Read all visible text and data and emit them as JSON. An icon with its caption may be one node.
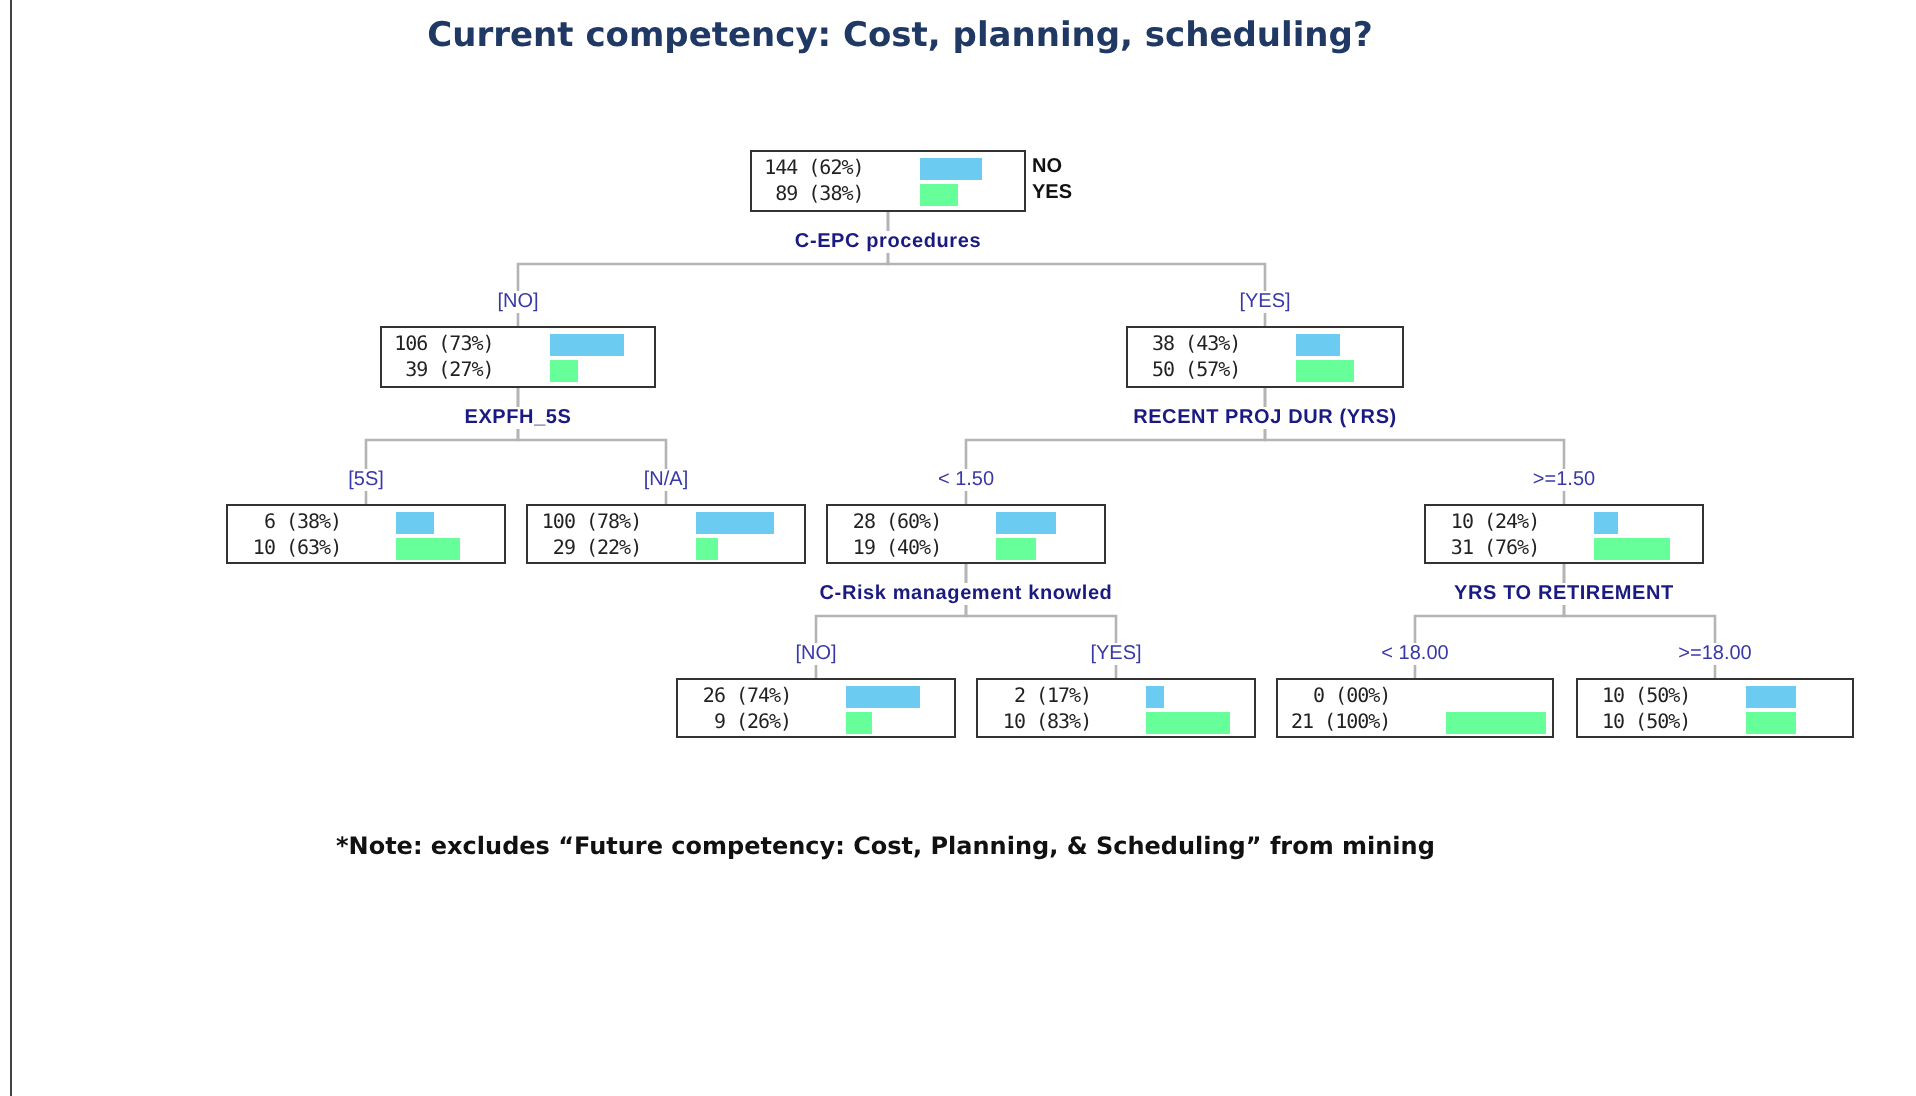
{
  "diagram": {
    "title": "Current competency: Cost, planning, scheduling?",
    "nodes": [
      {
        "text": [
          "144 (62%)",
          "89 (38%)"
        ],
        "beside": [
          "C-EPC procedures"
        ]
      },
      {
        "text": [
          "106 (73%)",
          "39 (27%)"
        ],
        "beside": [
          "EXPFH_5S"
        ]
      },
      {
        "text": [
          "38 (43%)",
          "50 (57%)"
        ],
        "beside": [
          "RECENT PROJ DUR (YRS)"
        ]
      },
      {
        "text": [
          "6 (38%)",
          "10 (63%)"
        ]
      },
      {
        "text": [
          "100 (78%)",
          "29 (22%)"
        ]
      },
      {
        "text": [
          "28 (60%)",
          "19 (40%)"
        ],
        "beside": [
          "C-Risk management knowled"
        ]
      },
      {
        "text": [
          "10 (24%)",
          "31 (76%)"
        ],
        "beside": [
          "YRS TO RETIREMENT"
        ]
      },
      {
        "text": [
          "26 (74%)",
          "9 (26%)"
        ]
      },
      {
        "text": [
          "2 (17%)",
          "10 (83%)"
        ]
      },
      {
        "text": [
          "0 (00%)",
          "21 (100%)"
        ]
      },
      {
        "text": [
          "10 (50%)",
          "10 (50%)"
        ]
      }
    ],
    "edges": [
      {
        "from": 0,
        "to": 1,
        "arrow": "none",
        "label": "[NO]"
      },
      {
        "from": 0,
        "to": 2,
        "arrow": "none",
        "label": "[YES]"
      },
      {
        "from": 1,
        "to": 3,
        "arrow": "none",
        "label": "[5S]"
      },
      {
        "from": 1,
        "to": 4,
        "arrow": "none",
        "label": "[N/A]"
      },
      {
        "from": 2,
        "to": 5,
        "arrow": "none",
        "label": "< 1.50"
      },
      {
        "from": 2,
        "to": 6,
        "arrow": "none",
        "label": ">=1.50"
      },
      {
        "from": 5,
        "to": 7,
        "arrow": "none",
        "label": "[NO]"
      },
      {
        "from": 5,
        "to": 8,
        "arrow": "none",
        "label": "[YES]"
      },
      {
        "from": 6,
        "to": 9,
        "arrow": "none",
        "label": "< 18.00"
      },
      {
        "from": 6,
        "to": 10,
        "arrow": "none",
        "label": ">=18.00"
      }
    ],
    "labels": [
      "*Note: excludes “Future competency: Cost, Planning, & Scheduling” from mining"
    ],
    "legend": [
      {
        "text": "NO",
        "color": "#6ccbf0"
      },
      {
        "text": "YES",
        "color": "#66ff99"
      }
    ]
  }
}
